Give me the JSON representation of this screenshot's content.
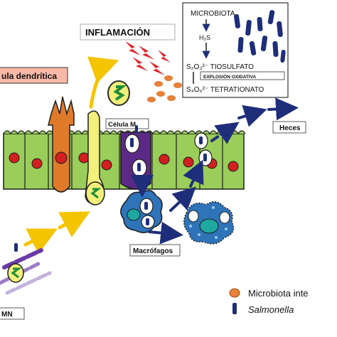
{
  "labels": {
    "inflammation": "INFLAMACIÓN",
    "dendritic_cell": "ula dendrítica",
    "m_cell": "Célula M",
    "feces": "Heces",
    "macrophages": "Macrófagos",
    "pmn": "MN"
  },
  "microbiota_box": {
    "title": "MICROBIOTA",
    "h2s": "H₂S",
    "thiosulfate": "S₂O₃²⁻ TIOSULFATO",
    "oxidative_burst": "EXPLOSIÓN OXIDATIVA",
    "tetrathionate": "S₄O₆²⁻ TETRATIONATO"
  },
  "legend": {
    "items": [
      {
        "label": "Microbiota inte",
        "marker": "orange-circle",
        "color": "#e8803a"
      },
      {
        "label": "Salmonella",
        "marker": "navy-rod",
        "color": "#1f2e7a",
        "italic": true
      }
    ]
  },
  "colors": {
    "epithelium": "#9acd5a",
    "nucleus": "#d21f1f",
    "m_cell": "#5b2a86",
    "dendritic": "#e07a2b",
    "salmonella": "#1f2e7a",
    "arrow_yellow": "#f5c400",
    "arrow_navy": "#1f2e7a",
    "macrophage": "#2f73b8",
    "lightning": "#e2242a",
    "dendritic_label_bg": "#f8b9a8"
  }
}
